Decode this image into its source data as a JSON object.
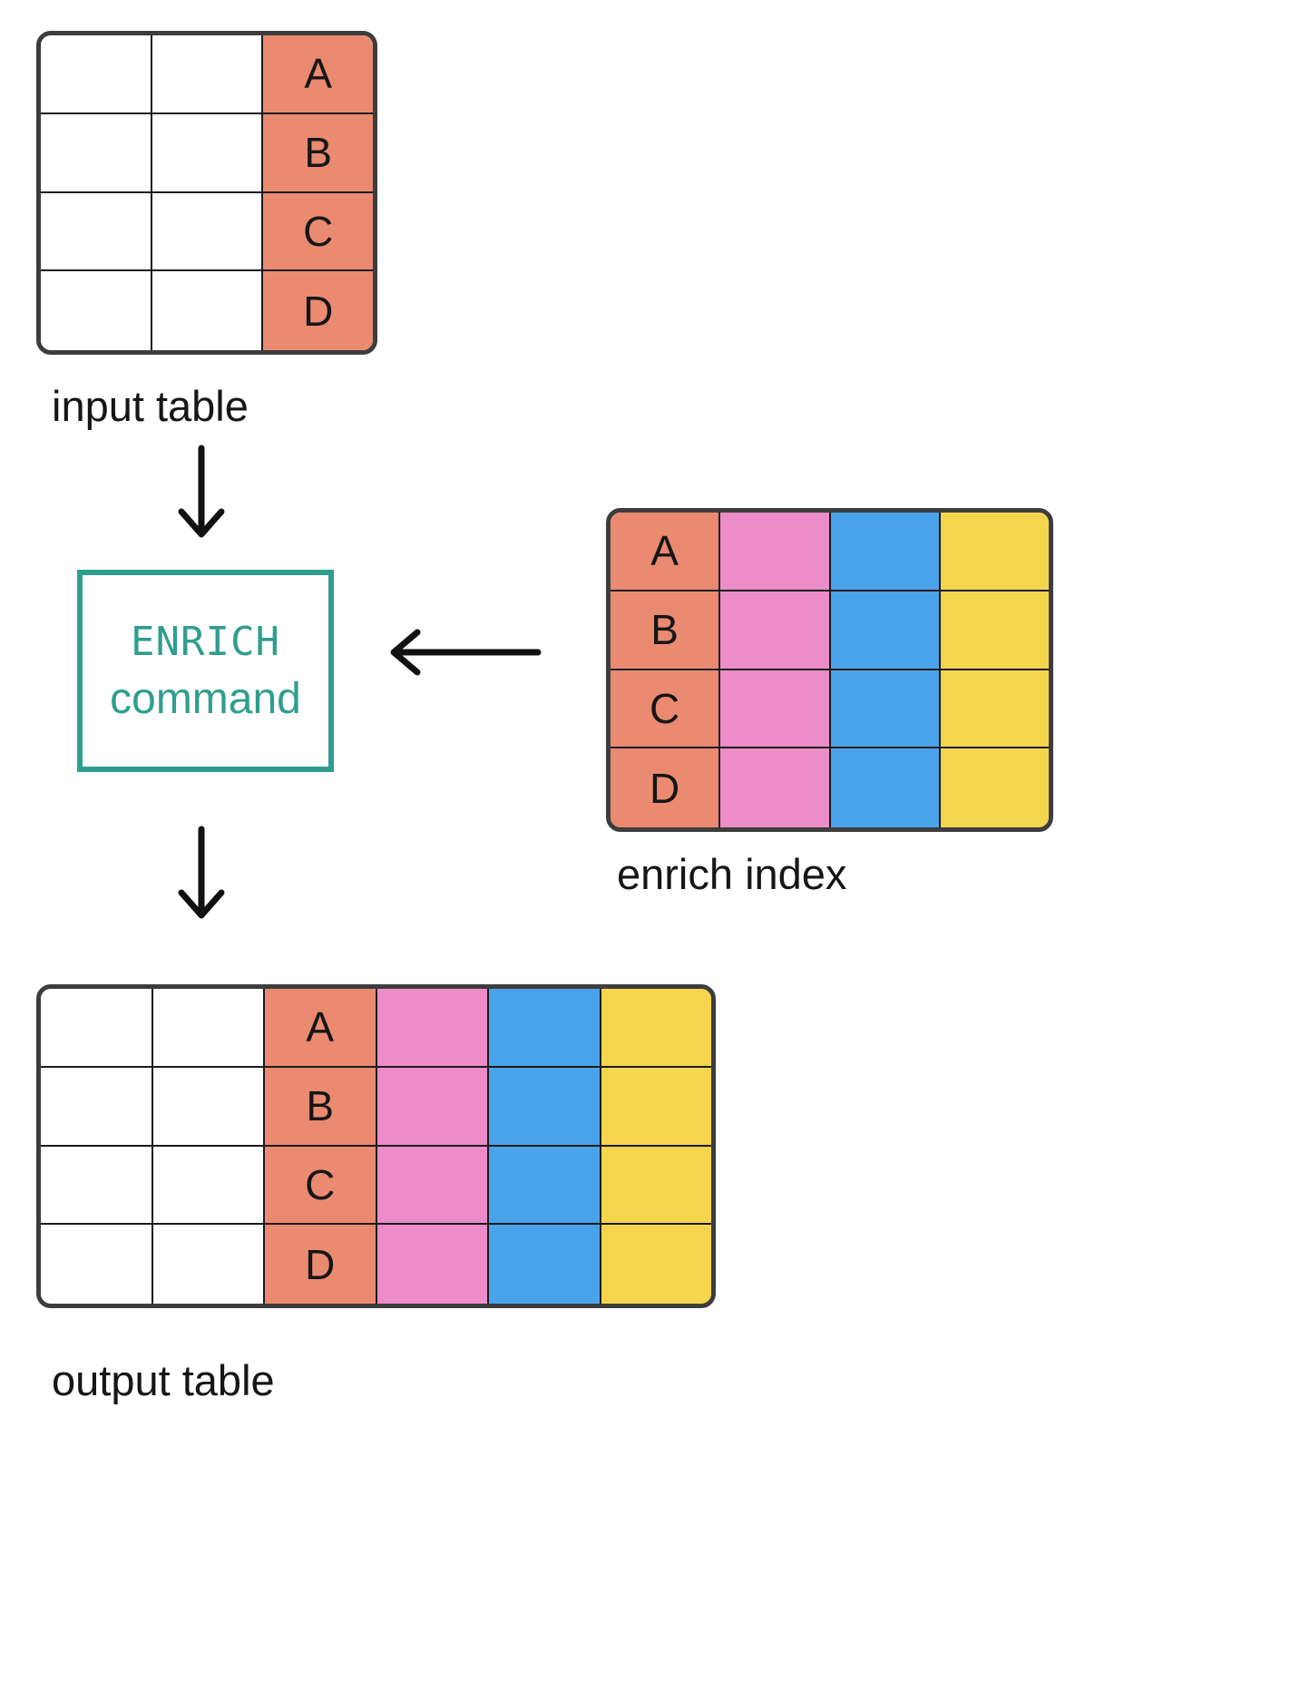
{
  "colors": {
    "salmon": "#EA8A70",
    "pink": "#EC8CC8",
    "blue": "#4AA3EA",
    "yellow": "#F6D54E",
    "teal": "#2F9E8E",
    "border": "#3D3D3D"
  },
  "input_table": {
    "label": "input table",
    "key_values": [
      "A",
      "B",
      "C",
      "D"
    ]
  },
  "enrich_box": {
    "line1": "ENRICH",
    "line2": "command"
  },
  "enrich_index": {
    "label": "enrich index",
    "key_values": [
      "A",
      "B",
      "C",
      "D"
    ]
  },
  "output_table": {
    "label": "output table",
    "key_values": [
      "A",
      "B",
      "C",
      "D"
    ]
  }
}
